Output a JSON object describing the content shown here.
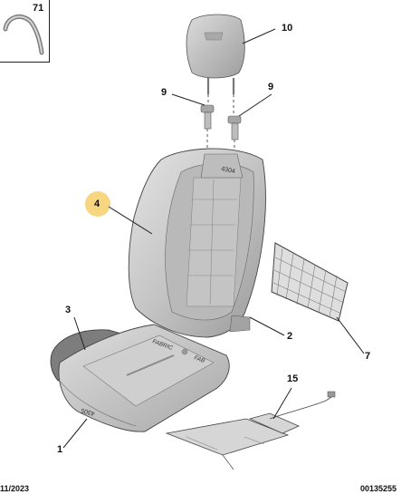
{
  "callouts": {
    "c71": "71",
    "c10": "10",
    "c9a": "9",
    "c9b": "9",
    "c4": "4",
    "c3": "3",
    "c2": "2",
    "c7": "7",
    "c15": "15",
    "c1": "1"
  },
  "seat_labels": {
    "fabric_a": "FABRIC",
    "fabric_b": "FAB",
    "code_back": "4304",
    "code_cushion": "4305"
  },
  "footer": {
    "date": "11/2023",
    "reference": "00135255"
  },
  "colors": {
    "part_fill": "#c9c9c9",
    "part_dark": "#8e8e8e",
    "line": "#222222",
    "highlight": "#f4cf6a"
  }
}
